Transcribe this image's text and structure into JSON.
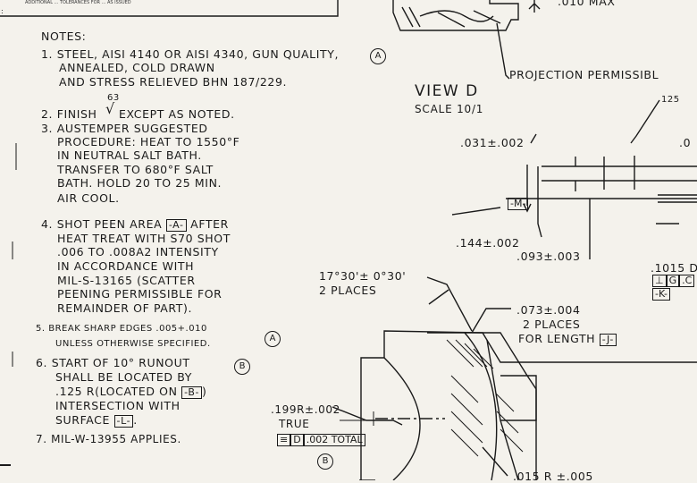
{
  "top": {
    "tiny_text": "ADDITIONAL ... TOLERANCES FOR ... AS ISSUED",
    "max_text": ".010 MAX",
    "projection_text": "PROJECTION PERMISSIBL"
  },
  "notes": {
    "heading": "NOTES:",
    "n1_l1": "1. STEEL, AISI 4140 OR AISI 4340, GUN QUALITY,",
    "n1_l2": "ANNEALED, COLD DRAWN",
    "n1_l3": "AND STRESS RELIEVED BHN 187/229.",
    "n1_mark": "A",
    "n2_l1": "2. FINISH",
    "n2_sup": "63",
    "n2_check": "√",
    "n2_rest": "EXCEPT AS NOTED.",
    "n3_l1": "3. AUSTEMPER SUGGESTED",
    "n3_l2": "PROCEDURE: HEAT TO 1550°F",
    "n3_l3": "IN NEUTRAL SALT BATH.",
    "n3_l4": "TRANSFER TO 680°F SALT",
    "n3_l5": "BATH. HOLD 20 TO 25 MIN.",
    "n3_l6": "AIR COOL.",
    "n4_l1a": "4. SHOT PEEN AREA",
    "n4_box": "-A-",
    "n4_l1b": "AFTER",
    "n4_l2": "HEAT TREAT WITH S70 SHOT",
    "n4_l3": ".006 TO .008A2 INTENSITY",
    "n4_l4": "IN ACCORDANCE WITH",
    "n4_l5": "MIL-S-13165 (SCATTER",
    "n4_l6": "PEENING PERMISSIBLE FOR",
    "n4_l7": "REMAINDER OF PART).",
    "n5_l1": "5. BREAK SHARP EDGES .005+.010",
    "n5_l2": "UNLESS OTHERWISE SPECIFIED.",
    "n5_mark": "A",
    "n6_l1": "6. START OF 10° RUNOUT",
    "n6_mark": "B",
    "n6_l2": "SHALL BE LOCATED BY",
    "n6_l3a": ".125 R(LOCATED ON",
    "n6_box": "-B-",
    "n6_l3b": ")",
    "n6_l4": "INTERSECTION WITH",
    "n6_l5a": "SURFACE",
    "n6_box2": "-L-",
    "n6_l5b": ".",
    "n7_l1": "7. MIL-W-13955 APPLIES."
  },
  "view": {
    "title": "VIEW D",
    "scale": "SCALE 10/1",
    "d_031": ".031±.002",
    "d_125": "125",
    "d_0": ".0",
    "datum_m": "-M-",
    "d_144": ".144±.002",
    "d_093": ".093±.003",
    "d_1015": ".1015 D",
    "fcf_perp": "⊥",
    "fcf_g": "G",
    "fcf_dot": ".C",
    "datum_k": "-K-",
    "angle_l1": "17°30'± 0°30'",
    "angle_l2": "2 PLACES",
    "d_073": ".073±.004",
    "d_073_l2": "2 PLACES",
    "d_073_l3": "FOR LENGTH",
    "datum_j": "-J-",
    "d_199": ".199R±.002",
    "d_199_true": "TRUE",
    "fcf2_sym": "≡",
    "fcf2_d": "D",
    "fcf2_tol": ".002 TOTAL",
    "mark_b": "B",
    "d_015": ".015 R ±.005"
  }
}
